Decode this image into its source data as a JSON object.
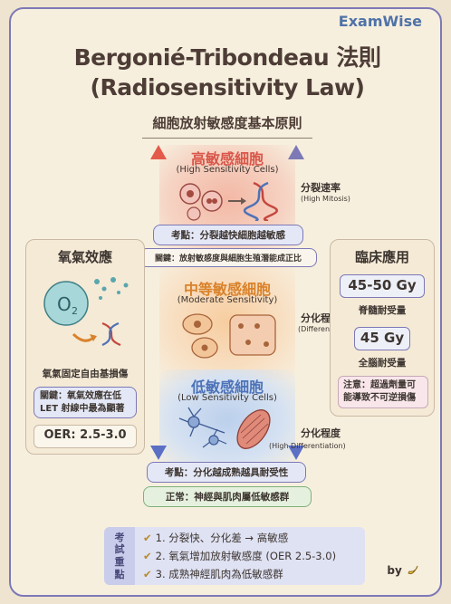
{
  "brand": "ExamWise",
  "title": {
    "line1": "Bergonié-Tribondeau 法則",
    "line2": "(Radiosensitivity Law)",
    "subtitle": "細胞放射敏感度基本原則"
  },
  "sections": {
    "high": {
      "title": "高敏感細胞",
      "subtitle": "(High Sensitivity Cells)"
    },
    "moderate": {
      "title": "中等敏感細胞",
      "subtitle": "(Moderate Sensitivity)"
    },
    "low": {
      "title": "低敏感細胞",
      "subtitle": "(Low Sensitivity Cells)"
    }
  },
  "axis_labels": {
    "mitosis": {
      "label": "分裂速率",
      "sub": "(High Mitosis)"
    },
    "differentiation": {
      "label": "分化程度",
      "sub": "(Differentiation)"
    },
    "high_differentiation": {
      "label": "分化程度",
      "sub": "(High Differentiation)"
    }
  },
  "pills": {
    "exam_point_1": "考點：分裂越快細胞越敏感",
    "key_1": "關鍵：放射敏感度與細胞生殖潛能成正比",
    "exam_point_2": "考點：分化越成熟越具耐受性",
    "normal": "正常：神經與肌肉屬低敏感群"
  },
  "oxygen_panel": {
    "title": "氧氣效應",
    "o2_symbol": "O",
    "o2_sub": "2",
    "caption": "氧氣固定自由基損傷",
    "key": "關鍵：氧氣效應在低LET 射線中最為顯著",
    "oer": "OER: 2.5-3.0"
  },
  "clinical_panel": {
    "title": "臨床應用",
    "dose1": "45-50 Gy",
    "dose1_label": "脊髓耐受量",
    "dose2": "45 Gy",
    "dose2_label": "全腦耐受量",
    "note": "注意：超過劑量可能導致不可逆損傷"
  },
  "summary": {
    "tag": [
      "考",
      "試",
      "重",
      "點"
    ],
    "items": [
      "1. 分裂快、分化差 → 高敏感",
      "2. 氧氣增加放射敏感度 (OER 2.5-3.0)",
      "3. 成熟神經肌肉為低敏感群"
    ]
  },
  "byline": "by",
  "colors": {
    "accent": "#7c79b6",
    "high": "#d9574a",
    "moderate": "#d9822b",
    "low": "#4d72b8",
    "arrow_red": "#e35a4a",
    "arrow_blue": "#5b6fc4"
  }
}
